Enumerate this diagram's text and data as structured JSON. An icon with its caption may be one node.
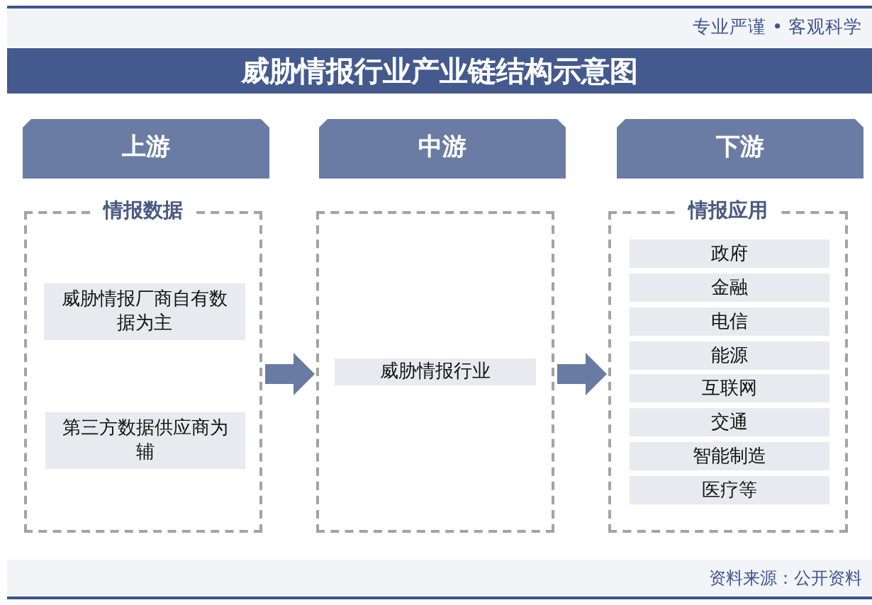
{
  "diagram": {
    "title": "威胁情报行业产业链结构示意图",
    "nodes": [
      {
        "text": [
          "上游"
        ]
      },
      {
        "text": [
          "中游"
        ]
      },
      {
        "text": [
          "下游"
        ]
      },
      {
        "text": [
          "情报数据"
        ]
      },
      {
        "text": [
          "威胁情报厂商自有数据为主"
        ],
        "in": 3
      },
      {
        "text": [
          "第三方数据供应商为辅"
        ],
        "in": 3
      },
      {
        "text": [],
        "shape": "box"
      },
      {
        "text": [
          "威胁情报行业"
        ],
        "in": 6
      },
      {
        "text": [
          "情报应用"
        ]
      },
      {
        "text": [
          "政府"
        ],
        "in": 8
      },
      {
        "text": [
          "金融"
        ],
        "in": 8
      },
      {
        "text": [
          "电信"
        ],
        "in": 8
      },
      {
        "text": [
          "能源"
        ],
        "in": 8
      },
      {
        "text": [
          "互联网"
        ],
        "in": 8
      },
      {
        "text": [
          "交通"
        ],
        "in": 8
      },
      {
        "text": [
          "智能制造"
        ],
        "in": 8
      },
      {
        "text": [
          "医疗等"
        ],
        "in": 8
      }
    ],
    "edges": [
      {
        "from": 3,
        "to": 6,
        "arrow": "to"
      },
      {
        "from": 6,
        "to": 8,
        "arrow": "to"
      }
    ],
    "labels": [
      "专业严谨 • 客观科学",
      "资料来源：公开资料"
    ]
  }
}
